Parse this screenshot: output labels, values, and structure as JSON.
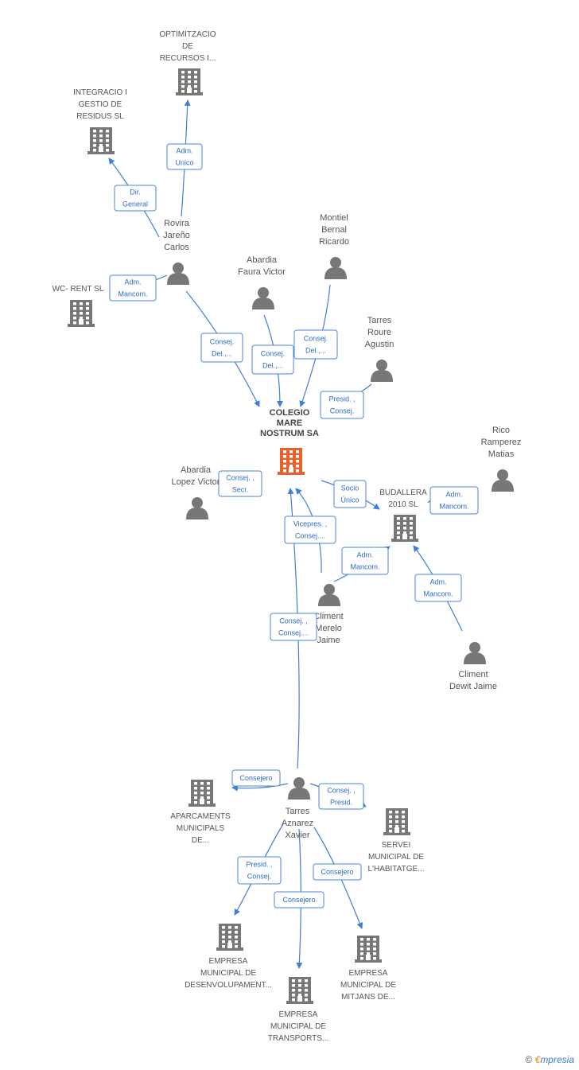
{
  "center": {
    "lines": [
      "COLEGIO",
      "MARE",
      "NOSTRUM SA"
    ],
    "color": "#e8612c"
  },
  "companies": [
    {
      "id": "optim",
      "lines": [
        "OPTIMITZACIO",
        "DE",
        "RECURSOS I..."
      ],
      "icon": "building-icon"
    },
    {
      "id": "integ",
      "lines": [
        "INTEGRACIO I",
        "GESTIO DE",
        "RESIDUS SL"
      ],
      "icon": "building-icon"
    },
    {
      "id": "wc",
      "lines": [
        "WC- RENT SL"
      ],
      "icon": "building-icon"
    },
    {
      "id": "budallera",
      "lines": [
        "BUDALLERA",
        "2010 SL"
      ],
      "icon": "building-icon"
    },
    {
      "id": "aparc",
      "lines": [
        "APARCAMENTS",
        "MUNICIPALS",
        "DE..."
      ],
      "icon": "building-icon"
    },
    {
      "id": "servei",
      "lines": [
        "SERVEI",
        "MUNICIPAL DE",
        "L'HABITATGE..."
      ],
      "icon": "building-icon"
    },
    {
      "id": "desenv",
      "lines": [
        "EMPRESA",
        "MUNICIPAL DE",
        "DESENVOLUPAMENT..."
      ],
      "icon": "building-icon"
    },
    {
      "id": "mitjans",
      "lines": [
        "EMPRESA",
        "MUNICIPAL DE",
        "MITJANS DE..."
      ],
      "icon": "building-icon"
    },
    {
      "id": "transp",
      "lines": [
        "EMPRESA",
        "MUNICIPAL DE",
        "TRANSPORTS..."
      ],
      "icon": "building-icon"
    }
  ],
  "people": [
    {
      "id": "rovira",
      "lines": [
        "Rovira",
        "Jareño",
        "Carlos"
      ],
      "icon": "person-icon"
    },
    {
      "id": "montiel",
      "lines": [
        "Montiel",
        "Bernal",
        "Ricardo"
      ],
      "icon": "person-icon"
    },
    {
      "id": "abardiaF",
      "lines": [
        "Abardia",
        "Faura Victor"
      ],
      "icon": "person-icon"
    },
    {
      "id": "tarresR",
      "lines": [
        "Tarres",
        "Roure",
        "Agustin"
      ],
      "icon": "person-icon"
    },
    {
      "id": "rico",
      "lines": [
        "Rico",
        "Ramperez",
        "Matias"
      ],
      "icon": "person-icon"
    },
    {
      "id": "abardiaL",
      "lines": [
        "Abardia",
        "Lopez Victor"
      ],
      "icon": "person-icon"
    },
    {
      "id": "climentM",
      "lines": [
        "Climent",
        "Merelo",
        "Jaime"
      ],
      "icon": "person-icon"
    },
    {
      "id": "climentD",
      "lines": [
        "Climent",
        "Dewit Jaime"
      ],
      "icon": "person-icon"
    },
    {
      "id": "tarresA",
      "lines": [
        "Tarres",
        "Aznarez",
        "Xavier"
      ],
      "icon": "person-icon"
    }
  ],
  "relations": [
    {
      "id": "r1",
      "lines": [
        "Adm.",
        "Unico"
      ]
    },
    {
      "id": "r2",
      "lines": [
        "Dir.",
        "General"
      ]
    },
    {
      "id": "r3",
      "lines": [
        "Adm.",
        "Mancom."
      ]
    },
    {
      "id": "r4",
      "lines": [
        "Consej.",
        "Del.,..."
      ]
    },
    {
      "id": "r5",
      "lines": [
        "Consej.",
        "Del.,..."
      ]
    },
    {
      "id": "r6",
      "lines": [
        "Consej.",
        "Del.,..."
      ]
    },
    {
      "id": "r7",
      "lines": [
        "Presid. ,",
        "Consej."
      ]
    },
    {
      "id": "r8",
      "lines": [
        "Consej. ,",
        "Secr."
      ]
    },
    {
      "id": "r9",
      "lines": [
        "Socio",
        "Único"
      ]
    },
    {
      "id": "r10",
      "lines": [
        "Adm.",
        "Mancom."
      ]
    },
    {
      "id": "r11",
      "lines": [
        "Vicepres. ,",
        "Consej...."
      ]
    },
    {
      "id": "r12",
      "lines": [
        "Adm.",
        "Mancom."
      ]
    },
    {
      "id": "r13",
      "lines": [
        "Adm.",
        "Mancom."
      ]
    },
    {
      "id": "r14",
      "lines": [
        "Consej. ,",
        "Consej...."
      ]
    },
    {
      "id": "r15",
      "lines": [
        "Consejero"
      ]
    },
    {
      "id": "r16",
      "lines": [
        "Consej. ,",
        "Presid."
      ]
    },
    {
      "id": "r17",
      "lines": [
        "Presid. ,",
        "Consej."
      ]
    },
    {
      "id": "r18",
      "lines": [
        "Consejero"
      ]
    },
    {
      "id": "r19",
      "lines": [
        "Consejero"
      ]
    }
  ],
  "colors": {
    "edge": "#3f7fd6",
    "icon": "#777777",
    "center": "#e8612c"
  },
  "footer": {
    "copyright": "©",
    "brand_e": "€",
    "brand_rest": "mpresia"
  }
}
